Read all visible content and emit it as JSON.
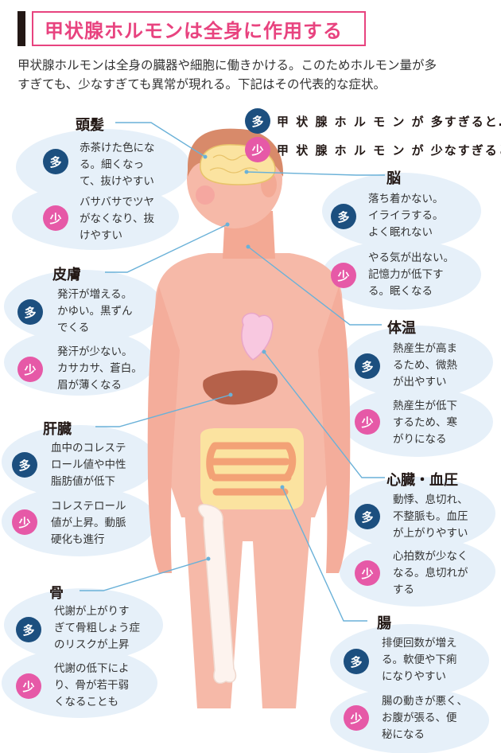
{
  "header": {
    "title": "甲状腺ホルモンは全身に作用する",
    "intro_line1": "甲状腺ホルモンは全身の臓器や細胞に働きかける。このためホルモン量が多",
    "intro_line2": "すぎても、少なすぎても異常が現れる。下記はその代表的な症状。"
  },
  "legend": {
    "more_badge": "多",
    "more_text": "甲 状 腺 ホ ル モ ン が 多すぎると…",
    "less_badge": "少",
    "less_text": "甲 状 腺 ホ ル モ ン が 少なすぎると…"
  },
  "colors": {
    "accent_pink": "#e8437f",
    "more_badge": "#1c4f7f",
    "less_badge": "#e659a7",
    "skin": "#f6b9a8",
    "hair": "#d88a6a",
    "brain": "#fbe3a0",
    "liver": "#b5614a",
    "intestine": "#f3a276",
    "bone": "#fdf3ee",
    "heart": "#f8c8e0",
    "leader_line": "#6ab1d8",
    "blob": "#e6f0f9"
  },
  "sections": {
    "hair": {
      "title": "頭髪",
      "more": [
        "赤茶けた色にな",
        "る。細くなっ",
        "て、抜けやすい"
      ],
      "less": [
        "バサバサでツヤ",
        "がなくなり、抜",
        "けやすい"
      ]
    },
    "skin": {
      "title": "皮膚",
      "more": [
        "発汗が増える。",
        "かゆい。黒ずん",
        "でくる"
      ],
      "less": [
        "発汗が少ない。",
        "カサカサ、蒼白。",
        "眉が薄くなる"
      ]
    },
    "liver": {
      "title": "肝臓",
      "more": [
        "血中のコレステ",
        "ロール値や中性",
        "脂肪値が低下"
      ],
      "less": [
        "コレステロール",
        "値が上昇。動脈",
        "硬化も進行"
      ]
    },
    "bone": {
      "title": "骨",
      "more": [
        "代謝が上がりす",
        "ぎて骨粗しょう症",
        "のリスクが上昇"
      ],
      "less": [
        "代謝の低下によ",
        "り、骨が若干弱",
        "くなることも"
      ]
    },
    "brain": {
      "title": "脳",
      "more": [
        "落ち着かない。",
        "イライラする。",
        "よく眠れない"
      ],
      "less": [
        "やる気が出ない。",
        "記憶力が低下す",
        "る。眠くなる"
      ]
    },
    "temp": {
      "title": "体温",
      "more": [
        "熱産生が高ま",
        "るため、微熱",
        "が出やすい"
      ],
      "less": [
        "熱産生が低下",
        "するため、寒",
        "がりになる"
      ]
    },
    "heart": {
      "title": "心臓・血圧",
      "more": [
        "動悸、息切れ、",
        "不整脈も。血圧",
        "が上がりやすい"
      ],
      "less": [
        "心拍数が少なく",
        "なる。息切れが",
        "する"
      ]
    },
    "gut": {
      "title": "腸",
      "more": [
        "排便回数が増え",
        "る。軟便や下痢",
        "になりやすい"
      ],
      "less": [
        "腸の動きが悪く、",
        "お腹が張る、便",
        "秘になる"
      ]
    }
  }
}
